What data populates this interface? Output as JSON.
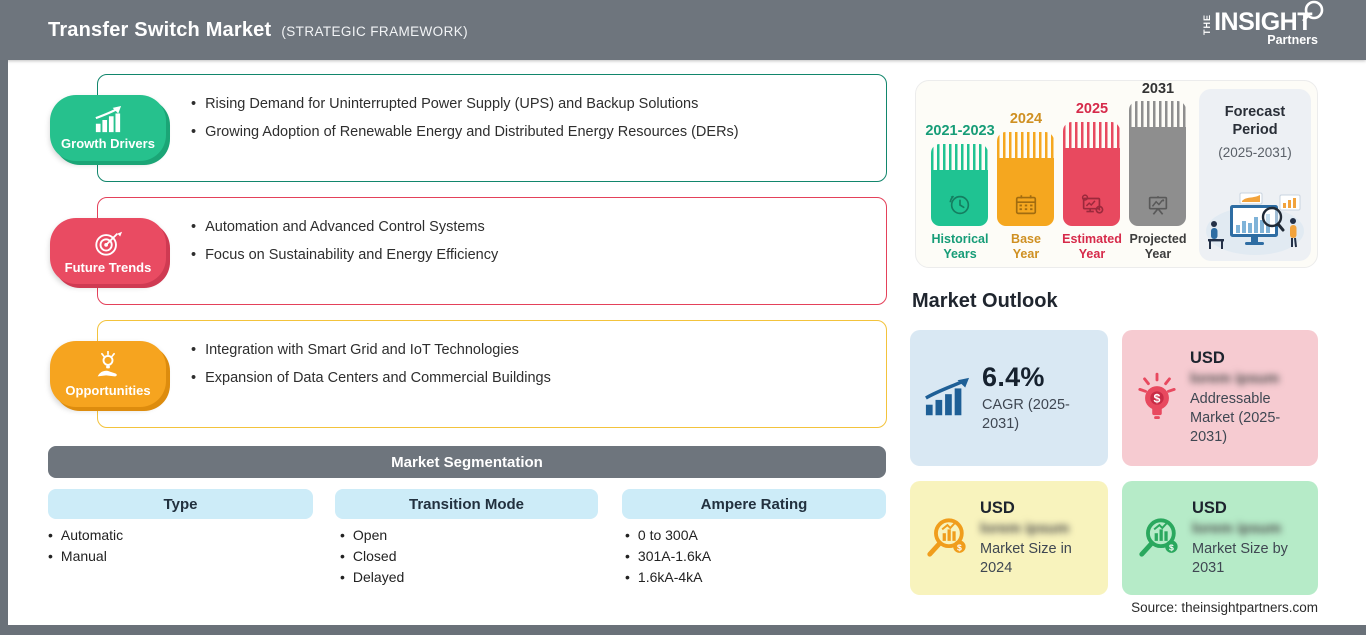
{
  "header": {
    "title": "Transfer Switch Market",
    "subtitle": "(STRATEGIC FRAMEWORK)",
    "logo": {
      "the": "The",
      "name": "INSIGHT",
      "sub": "Partners"
    }
  },
  "framework": {
    "items": [
      {
        "label": "Growth Drivers",
        "color": "#26c18d",
        "bullets": [
          "Rising Demand for Uninterrupted Power Supply (UPS) and Backup Solutions",
          "Growing Adoption of Renewable Energy and Distributed Energy Resources (DERs)"
        ]
      },
      {
        "label": "Future Trends",
        "color": "#e94b62",
        "bullets": [
          "Automation and Advanced Control Systems",
          "Focus on Sustainability and Energy Efficiency"
        ]
      },
      {
        "label": "Opportunities",
        "color": "#f6a41f",
        "bullets": [
          "Integration with Smart Grid and IoT Technologies",
          "Expansion of Data Centers and Commercial Buildings"
        ]
      }
    ]
  },
  "segmentation": {
    "title": "Market Segmentation",
    "columns": [
      {
        "header": "Type",
        "items": [
          "Automatic",
          "Manual"
        ]
      },
      {
        "header": "Transition Mode",
        "items": [
          "Open",
          "Closed",
          "Delayed"
        ]
      },
      {
        "header": "Ampere Rating",
        "items": [
          "0 to 300A",
          "301A-1.6kA",
          "1.6kA-4kA"
        ]
      }
    ]
  },
  "timeline": {
    "bars": [
      {
        "year": "2021-2023",
        "label_line1": "Historical",
        "label_line2": "Years",
        "color": "#1fc392"
      },
      {
        "year": "2024",
        "label_line1": "Base",
        "label_line2": "Year",
        "color": "#f5a71f"
      },
      {
        "year": "2025",
        "label_line1": "Estimated",
        "label_line2": "Year",
        "color": "#e8495f"
      },
      {
        "year": "2031",
        "label_line1": "Projected",
        "label_line2": "Year",
        "color": "#8e8e8e"
      }
    ],
    "forecast": {
      "line1": "Forecast",
      "line2": "Period",
      "range": "(2025-2031)"
    }
  },
  "outlook": {
    "title": "Market Outlook",
    "cards": [
      {
        "value": "6.4%",
        "caption": "CAGR (2025-2031)",
        "bg": "#d9e8f3"
      },
      {
        "currency": "USD",
        "blurred": "lorem ipsum",
        "caption": "Addressable Market (2025-2031)",
        "bg": "#f6cbd1"
      },
      {
        "currency": "USD",
        "blurred": "lorem ipsum",
        "caption": "Market Size in 2024",
        "bg": "#f8f3bd"
      },
      {
        "currency": "USD",
        "blurred": "lorem ipsum",
        "caption": "Market Size by 2031",
        "bg": "#b6ebc8"
      }
    ]
  },
  "source": "Source: theinsightpartners.com",
  "colors": {
    "header_gray": "#6e757d",
    "chip_blue": "#cdecf8",
    "navy_icon": "#1e5f96",
    "orange_icon": "#f09d1c",
    "green_icon": "#2aa85e",
    "red_icon": "#e8495f"
  }
}
